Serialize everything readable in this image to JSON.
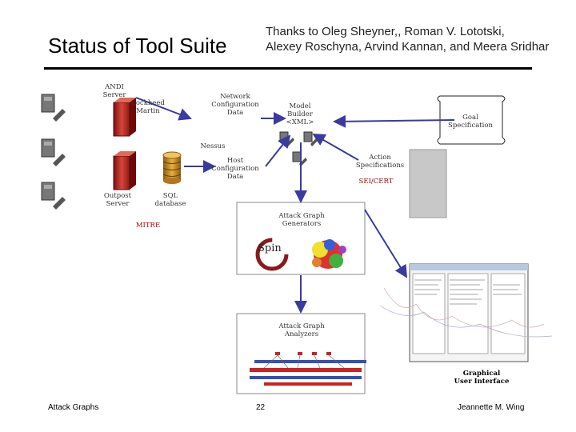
{
  "slide": {
    "title": "Status of Tool Suite",
    "credits_line1": "Thanks to Oleg Sheyner,, Roman V. Lototski,",
    "credits_line2": "Alexey Roschyna, Arvind Kannan, and Meera Sridhar"
  },
  "diagram": {
    "andi_server": "ANDI\nServer",
    "lockheed_martin": "Lockheed\nMartin",
    "network_config": "Network\nConfiguration\nData",
    "model_builder": "Model\nBuilder\n<XML>",
    "goal_spec": "Goal\nSpecification",
    "nessus": "Nessus",
    "host_config": "Host\nConfiguration\nData",
    "action_spec": "Action\nSpecifications",
    "outpost_server": "Outpost\nServer",
    "sql_database": "SQL\ndatabase",
    "sei_cert": "SEI/CERT",
    "mitre": "MITRE",
    "attack_graph_generators": "Attack Graph\nGenerators",
    "spin_logo": "Spin",
    "attack_graph_analyzers": "Attack Graph\nAnalyzers",
    "graphical_ui": "Graphical\nUser Interface"
  },
  "footer": {
    "left": "Attack Graphs",
    "page": "22",
    "right": "Jeannette M. Wing"
  },
  "colors": {
    "arrow": "#3a3aa0",
    "server": "#c0392b",
    "database": "#d69a2a",
    "gray_box": "#c8c8c8"
  }
}
